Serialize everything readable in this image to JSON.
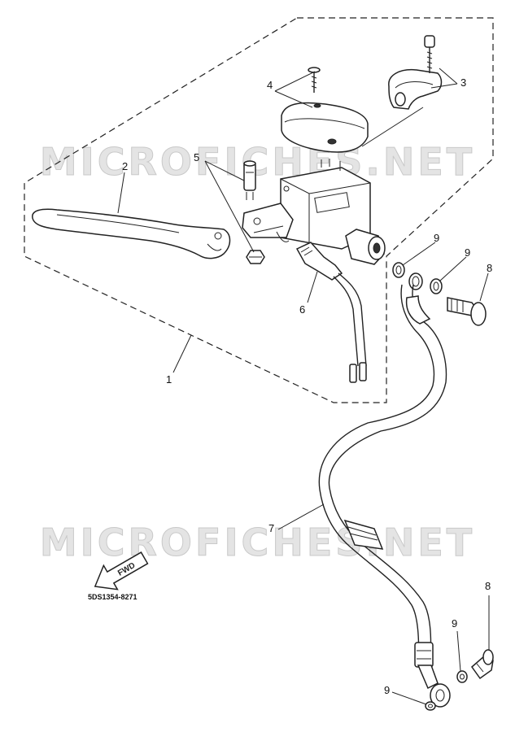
{
  "watermark": {
    "top_text": "MICROFICHES.NET",
    "bottom_text": "MICROFICHES.NET"
  },
  "callouts": {
    "c1": "1",
    "c2": "2",
    "c3": "3",
    "c4": "4",
    "c5": "5",
    "c6": "6",
    "c7": "7",
    "c8a": "8",
    "c8b": "8",
    "c9a": "9",
    "c9b": "9",
    "c9c": "9",
    "c9d": "9"
  },
  "arrow": {
    "label": "FWD"
  },
  "part_code": "5DS1354-8271",
  "colors": {
    "line": "#222222",
    "watermark": "#d8d8d8",
    "background": "#ffffff"
  }
}
